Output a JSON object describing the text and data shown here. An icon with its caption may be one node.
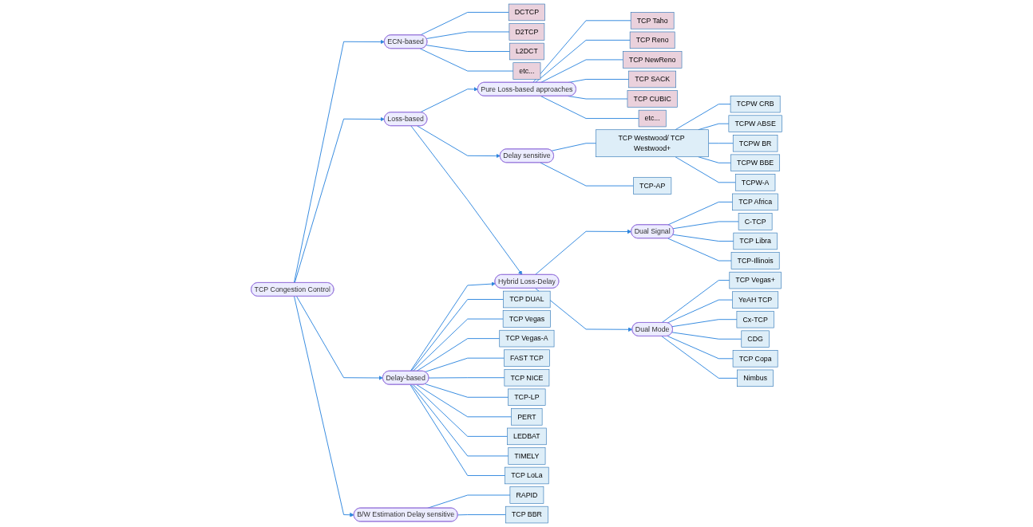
{
  "diagram": {
    "nodes": [
      {
        "text": [
          "TCP Congestion Control"
        ]
      },
      {
        "text": [
          "ECN-based"
        ]
      },
      {
        "text": [
          "Loss-based"
        ]
      },
      {
        "text": [
          "Delay-based"
        ]
      },
      {
        "text": [
          "B/W Estimation Delay sensitive"
        ]
      },
      {
        "text": [
          "Pure Loss-based approaches"
        ]
      },
      {
        "text": [
          "Delay sensitive"
        ]
      },
      {
        "text": [
          "Hybrid Loss-Delay"
        ]
      },
      {
        "text": [
          "Dual Signal"
        ]
      },
      {
        "text": [
          "Dual Mode"
        ]
      },
      {
        "text": [
          "DCTCP"
        ]
      },
      {
        "text": [
          "D2TCP"
        ]
      },
      {
        "text": [
          "L2DCT"
        ]
      },
      {
        "text": [
          "etc..."
        ]
      },
      {
        "text": [
          "TCP Taho"
        ]
      },
      {
        "text": [
          "TCP Reno"
        ]
      },
      {
        "text": [
          "TCP NewReno"
        ]
      },
      {
        "text": [
          "TCP SACK"
        ]
      },
      {
        "text": [
          "TCP CUBIC"
        ]
      },
      {
        "text": [
          "etc..."
        ]
      },
      {
        "text": [
          "TCP Westwood/ TCP Westwood+"
        ]
      },
      {
        "text": [
          "TCPW CRB"
        ]
      },
      {
        "text": [
          "TCPW ABSE"
        ]
      },
      {
        "text": [
          "TCPW BR"
        ]
      },
      {
        "text": [
          "TCPW BBE"
        ]
      },
      {
        "text": [
          "TCPW-A"
        ]
      },
      {
        "text": [
          "TCP-AP"
        ]
      },
      {
        "text": [
          "TCP Africa"
        ]
      },
      {
        "text": [
          "C-TCP"
        ]
      },
      {
        "text": [
          "TCP Libra"
        ]
      },
      {
        "text": [
          "TCP-Illinois"
        ]
      },
      {
        "text": [
          "TCP Vegas+"
        ]
      },
      {
        "text": [
          "YeAH TCP"
        ]
      },
      {
        "text": [
          "Cx-TCP"
        ]
      },
      {
        "text": [
          "CDG"
        ]
      },
      {
        "text": [
          "TCP Copa"
        ]
      },
      {
        "text": [
          "Nimbus"
        ]
      },
      {
        "text": [
          "TCP DUAL"
        ]
      },
      {
        "text": [
          "TCP Vegas"
        ]
      },
      {
        "text": [
          "TCP Vegas-A"
        ]
      },
      {
        "text": [
          "FAST TCP"
        ]
      },
      {
        "text": [
          "TCP NICE"
        ]
      },
      {
        "text": [
          "TCP-LP"
        ]
      },
      {
        "text": [
          "PERT"
        ]
      },
      {
        "text": [
          "LEDBAT"
        ]
      },
      {
        "text": [
          "TIMELY"
        ]
      },
      {
        "text": [
          "TCP LoLa"
        ]
      },
      {
        "text": [
          "RAPID"
        ]
      },
      {
        "text": [
          "TCP BBR"
        ]
      }
    ],
    "edges": [
      {
        "from": 0,
        "to": 1,
        "arrow": "to"
      },
      {
        "from": 0,
        "to": 2,
        "arrow": "to"
      },
      {
        "from": 0,
        "to": 3,
        "arrow": "to"
      },
      {
        "from": 0,
        "to": 4,
        "arrow": "to"
      },
      {
        "from": 2,
        "to": 5,
        "arrow": "to"
      },
      {
        "from": 2,
        "to": 6,
        "arrow": "to"
      },
      {
        "from": 2,
        "to": 7,
        "arrow": "to"
      },
      {
        "from": 3,
        "to": 7,
        "arrow": "to"
      },
      {
        "from": 7,
        "to": 8,
        "arrow": "to"
      },
      {
        "from": 7,
        "to": 9,
        "arrow": "to"
      },
      {
        "from": 1,
        "to": 10,
        "arrow": "none"
      },
      {
        "from": 1,
        "to": 11,
        "arrow": "none"
      },
      {
        "from": 1,
        "to": 12,
        "arrow": "none"
      },
      {
        "from": 1,
        "to": 13,
        "arrow": "none"
      },
      {
        "from": 5,
        "to": 14,
        "arrow": "none"
      },
      {
        "from": 5,
        "to": 15,
        "arrow": "none"
      },
      {
        "from": 5,
        "to": 16,
        "arrow": "none"
      },
      {
        "from": 5,
        "to": 17,
        "arrow": "none"
      },
      {
        "from": 5,
        "to": 18,
        "arrow": "none"
      },
      {
        "from": 5,
        "to": 19,
        "arrow": "none"
      },
      {
        "from": 6,
        "to": 20,
        "arrow": "none"
      },
      {
        "from": 20,
        "to": 21,
        "arrow": "none"
      },
      {
        "from": 20,
        "to": 22,
        "arrow": "none"
      },
      {
        "from": 20,
        "to": 23,
        "arrow": "none"
      },
      {
        "from": 20,
        "to": 24,
        "arrow": "none"
      },
      {
        "from": 20,
        "to": 25,
        "arrow": "none"
      },
      {
        "from": 6,
        "to": 26,
        "arrow": "none"
      },
      {
        "from": 8,
        "to": 27,
        "arrow": "none"
      },
      {
        "from": 8,
        "to": 28,
        "arrow": "none"
      },
      {
        "from": 8,
        "to": 29,
        "arrow": "none"
      },
      {
        "from": 8,
        "to": 30,
        "arrow": "none"
      },
      {
        "from": 9,
        "to": 31,
        "arrow": "none"
      },
      {
        "from": 9,
        "to": 32,
        "arrow": "none"
      },
      {
        "from": 9,
        "to": 33,
        "arrow": "none"
      },
      {
        "from": 9,
        "to": 34,
        "arrow": "none"
      },
      {
        "from": 9,
        "to": 35,
        "arrow": "none"
      },
      {
        "from": 9,
        "to": 36,
        "arrow": "none"
      },
      {
        "from": 3,
        "to": 37,
        "arrow": "none"
      },
      {
        "from": 3,
        "to": 38,
        "arrow": "none"
      },
      {
        "from": 3,
        "to": 39,
        "arrow": "none"
      },
      {
        "from": 3,
        "to": 40,
        "arrow": "none"
      },
      {
        "from": 3,
        "to": 41,
        "arrow": "none"
      },
      {
        "from": 3,
        "to": 42,
        "arrow": "none"
      },
      {
        "from": 3,
        "to": 43,
        "arrow": "none"
      },
      {
        "from": 3,
        "to": 44,
        "arrow": "none"
      },
      {
        "from": 3,
        "to": 45,
        "arrow": "none"
      },
      {
        "from": 3,
        "to": 46,
        "arrow": "none"
      },
      {
        "from": 4,
        "to": 47,
        "arrow": "none"
      },
      {
        "from": 4,
        "to": 48,
        "arrow": "none"
      }
    ]
  }
}
